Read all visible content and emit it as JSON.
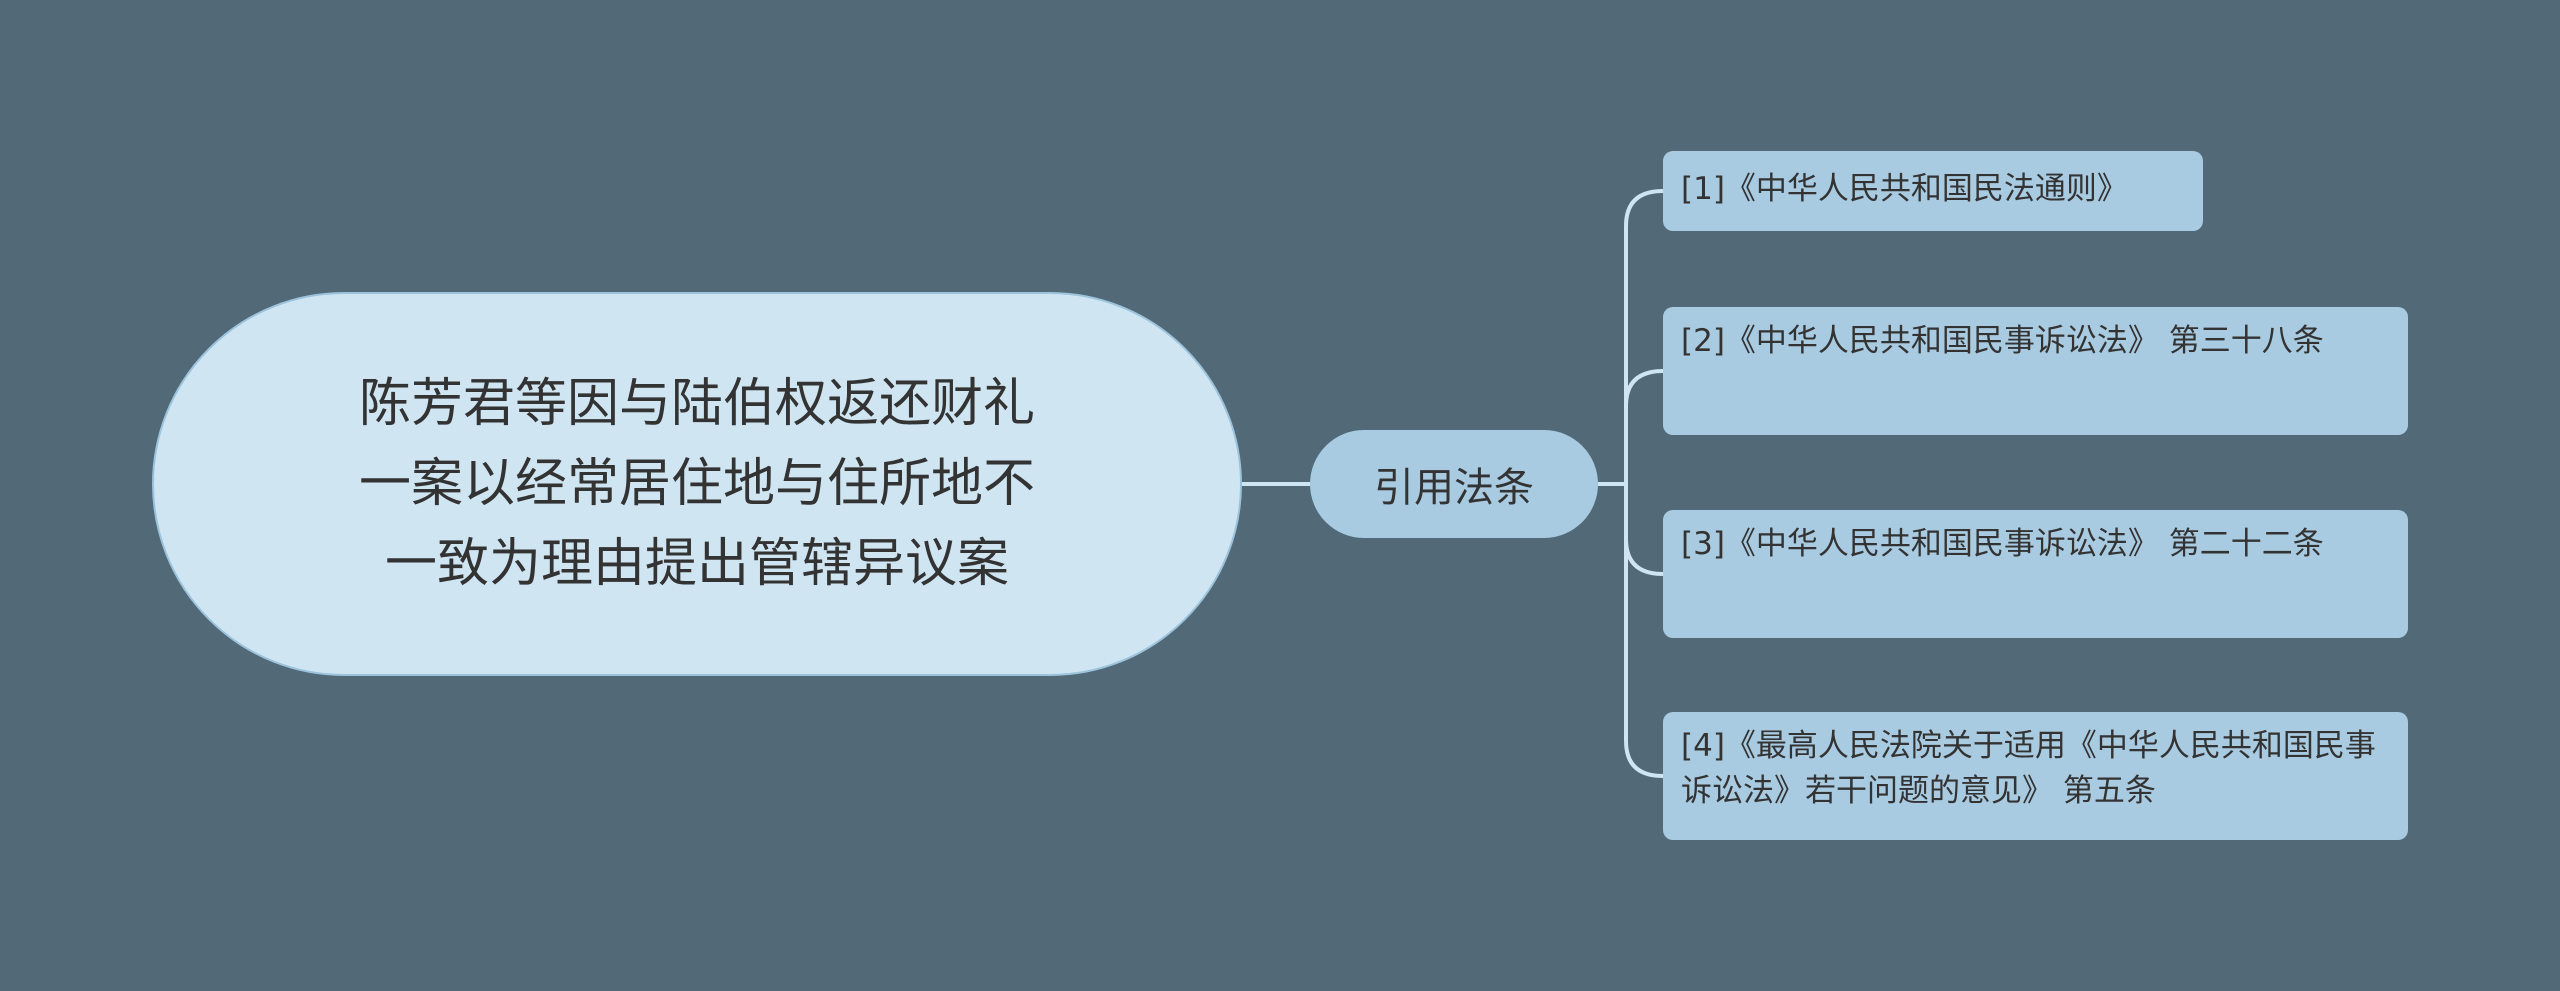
{
  "mindmap": {
    "root": {
      "label": "陈芳君等因与陆伯权返还财礼一案以经常居住地与住所地不一致为理由提出管辖异议案"
    },
    "branch": {
      "label": "引用法条"
    },
    "leaves": [
      {
        "label": "[1]《中华人民共和国民法通则》"
      },
      {
        "label": "[2]《中华人民共和国民事诉讼法》 第三十八条"
      },
      {
        "label": "[3]《中华人民共和国民事诉讼法》 第二十二条"
      },
      {
        "label": "[4]《最高人民法院关于适用《中华人民共和国民事诉讼法》若干问题的意见》 第五条"
      }
    ]
  },
  "colors": {
    "background": "#526978",
    "root_fill": "#cfe5f2",
    "branch_fill": "#a9cbe1",
    "leaf_fill": "#a9cbe1",
    "connector": "#cfe5f2",
    "text": "#333333"
  }
}
